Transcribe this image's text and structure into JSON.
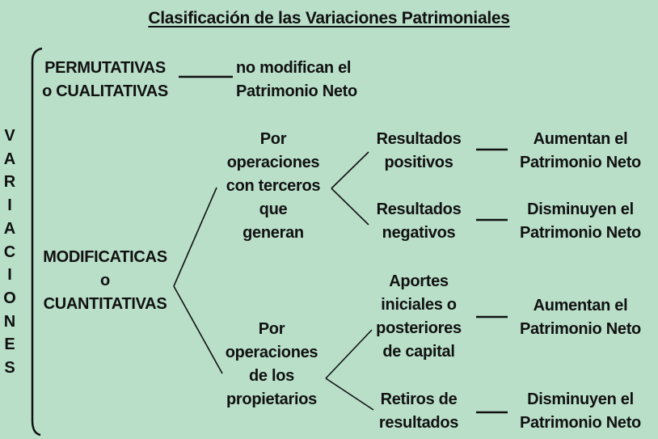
{
  "title": "Clasificación de las Variaciones Patrimoniales",
  "vertical_label": [
    "V",
    "A",
    "R",
    "I",
    "A",
    "C",
    "I",
    "O",
    "N",
    "E",
    "S"
  ],
  "permutativas": {
    "label": [
      "PERMUTATIVAS",
      "o CUALITATIVAS"
    ],
    "effect": [
      "no modifican el",
      "Patrimonio Neto"
    ]
  },
  "modificativas": {
    "label": [
      "MODIFICATICAS",
      "o",
      "CUANTITATIVAS"
    ],
    "terceros": {
      "label": [
        "Por",
        "operaciones",
        "con terceros",
        "que",
        "generan"
      ],
      "positivos": {
        "label": [
          "Resultados",
          "positivos"
        ],
        "effect": [
          "Aumentan el",
          "Patrimonio Neto"
        ]
      },
      "negativos": {
        "label": [
          "Resultados",
          "negativos"
        ],
        "effect": [
          "Disminuyen el",
          "Patrimonio Neto"
        ]
      }
    },
    "propietarios": {
      "label": [
        "Por",
        "operaciones",
        "de los",
        "propietarios"
      ],
      "aportes": {
        "label": [
          "Aportes",
          "iniciales o",
          "posteriores",
          "de capital"
        ],
        "effect": [
          "Aumentan el",
          "Patrimonio Neto"
        ]
      },
      "retiros": {
        "label": [
          "Retiros de",
          "resultados"
        ],
        "effect": [
          "Disminuyen el",
          "Patrimonio Neto"
        ]
      }
    }
  }
}
